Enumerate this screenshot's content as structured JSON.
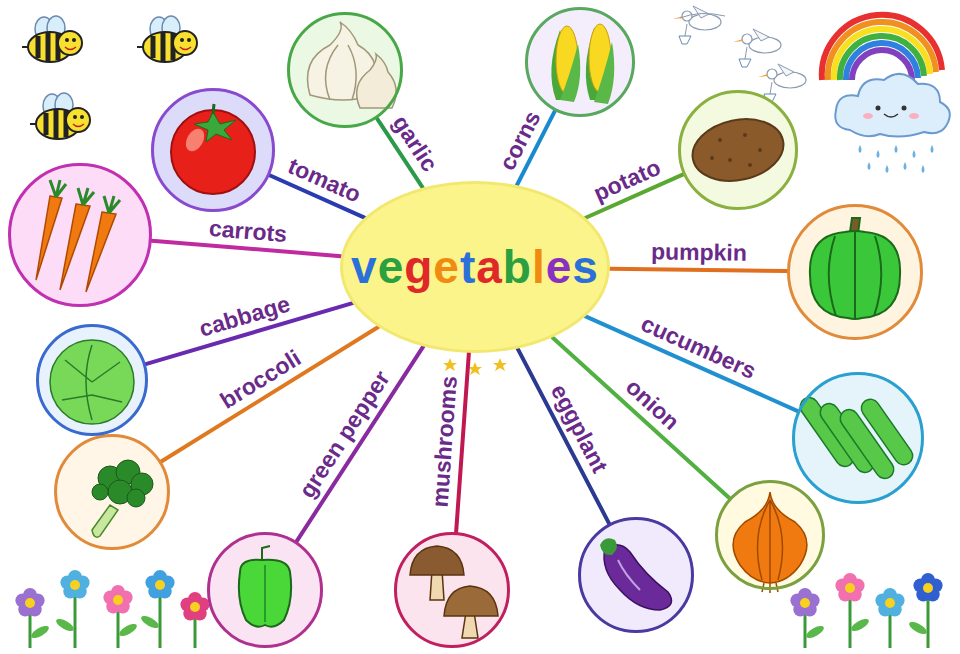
{
  "diagram": {
    "nodes": [
      {
        "text": [
          "vegetables"
        ]
      },
      {
        "text": [
          "garlic"
        ]
      },
      {
        "text": [
          "corns"
        ]
      },
      {
        "text": [
          "potato"
        ]
      },
      {
        "text": [
          "pumpkin"
        ]
      },
      {
        "text": [
          "cucumbers"
        ]
      },
      {
        "text": [
          "onion"
        ]
      },
      {
        "text": [
          "eggplant"
        ]
      },
      {
        "text": [
          "mushrooms"
        ]
      },
      {
        "text": [
          "green pepper"
        ]
      },
      {
        "text": [
          "broccoli"
        ]
      },
      {
        "text": [
          "cabbage"
        ]
      },
      {
        "text": [
          "carrots"
        ]
      },
      {
        "text": [
          "tomato"
        ]
      }
    ],
    "edges": [
      {
        "from": 0,
        "to": 1,
        "arrow": "none"
      },
      {
        "from": 0,
        "to": 2,
        "arrow": "none"
      },
      {
        "from": 0,
        "to": 3,
        "arrow": "none"
      },
      {
        "from": 0,
        "to": 4,
        "arrow": "none"
      },
      {
        "from": 0,
        "to": 5,
        "arrow": "none"
      },
      {
        "from": 0,
        "to": 6,
        "arrow": "none"
      },
      {
        "from": 0,
        "to": 7,
        "arrow": "none"
      },
      {
        "from": 0,
        "to": 8,
        "arrow": "none"
      },
      {
        "from": 0,
        "to": 9,
        "arrow": "none"
      },
      {
        "from": 0,
        "to": 10,
        "arrow": "none"
      },
      {
        "from": 0,
        "to": 11,
        "arrow": "none"
      },
      {
        "from": 0,
        "to": 12,
        "arrow": "none"
      },
      {
        "from": 0,
        "to": 13,
        "arrow": "none"
      }
    ]
  }
}
